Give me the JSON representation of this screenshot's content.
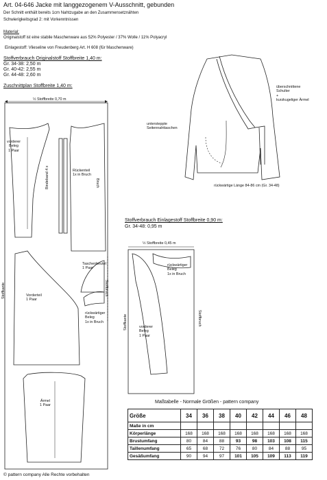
{
  "title": "Art. 04-646 Jacke mit langgezogenem V-Ausschnitt, gebunden",
  "intro": [
    "Der Schnitt enthält bereits 1cm Nahtzugabe an den Zusammensetznähten",
    "Schwierigkeitsgrad 2: mit Vorkenntnissen"
  ],
  "material": {
    "heading": "Material:",
    "line1": "Originalstoff ist eine stabile Maschenware aus 52% Polyester / 37% Wolle / 11% Polyacryl",
    "line2": "Einlagestoff: Vlieseline von Freudenberg Art. H 608 (für Maschenware)"
  },
  "fabric_use": {
    "heading": "Stoffverbrauch Originalstoff Stoffbreite 1,40 m:",
    "rows": [
      "Gr. 34-38: 2,50 m",
      "Gr. 40-42: 2,55 m",
      "Gr. 44-48: 2,60 m"
    ]
  },
  "cutting_plan": {
    "heading": "Zuschnittplan Stoffbreite 1,40 m:",
    "width_label": "½ Stoffbreite  0,70 m",
    "labels": {
      "beleg": "vorderer\nBeleg\n1 Paar",
      "bindeband": "Bindeband 4 x",
      "rueckenteil": "Rückenteil\n1x in Bruch",
      "bruch": "Bruch",
      "stoffkante": "Stoffkante",
      "vorderteil": "Vorderteil\n1 Paar",
      "tasche": "Taschenbeutel\n1 Paar",
      "rueck_beleg": "rückwärtiger\nBeleg\n1x in Bruch",
      "stoffbruch": "Stoffbruch",
      "aermel": "Ärmel\n1 Paar"
    }
  },
  "garment": {
    "label_shoulder": "überschnittene\nSchulter\n+\nkurzkugeliger Ärmel",
    "label_pockets": "untersteppte\nSeitennahttaschen",
    "length": "rückwärtige Länge 84-86  cm (Gr. 34-48)"
  },
  "interfacing": {
    "heading": "Stoffverbrauch Einlagestoff Stoffbreite 0,90 m:",
    "row": "Gr. 34-48: 0,95 m",
    "width_label": "½ Stoffbreite  0,45 m",
    "rueck_beleg": "rückwärtiger\nBeleg\n1x in Bruch",
    "beleg": "vorderer\nBeleg\n1 Paar",
    "stoffkante": "Stoffkante",
    "stoffbruch": "Stoffbruch"
  },
  "size_table": {
    "title": "Maßtabelle -  Normale  Größen - pattern company",
    "header": "Größe",
    "sizes": [
      "34",
      "36",
      "38",
      "40",
      "42",
      "44",
      "46",
      "48"
    ],
    "unit_row": "Maße in cm",
    "rows": [
      {
        "label": "Körperlänge",
        "values": [
          "168",
          "168",
          "168",
          "168",
          "168",
          "168",
          "168",
          "168"
        ]
      },
      {
        "label": "Brustumfang",
        "values": [
          "80",
          "84",
          "88",
          "93",
          "98",
          "103",
          "108",
          "115"
        ]
      },
      {
        "label": "Taillenumfang",
        "values": [
          "65",
          "68",
          "72",
          "76",
          "80",
          "84",
          "88",
          "95"
        ]
      },
      {
        "label": "Gesäßumfang",
        "values": [
          "90",
          "94",
          "97",
          "101",
          "105",
          "109",
          "113",
          "119"
        ]
      }
    ]
  },
  "footer": "© pattern company Alle Rechte vorbehalten"
}
